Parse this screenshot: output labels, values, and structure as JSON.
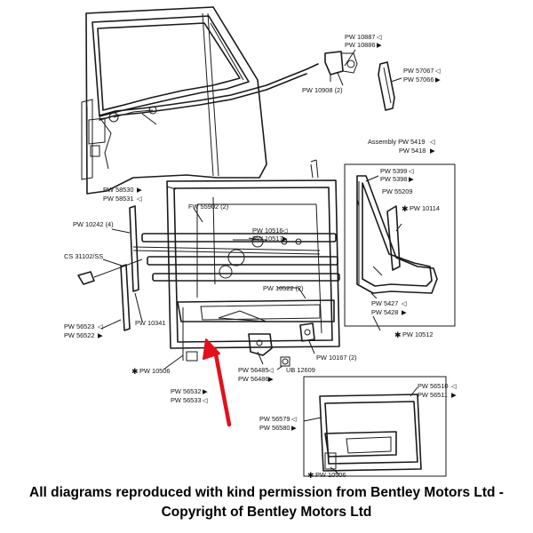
{
  "labels": {
    "pw10887": "PW 10887",
    "pw10886": "PW 10886",
    "pw10908": "PW 10908 (2)",
    "pw57067": "PW 57067",
    "pw57066": "PW 57066",
    "assembly5419": "Assembly PW 5419",
    "pw5418": "PW 5418",
    "pw5399": "PW 5399",
    "pw5398": "PW 5398",
    "pw55209": "PW 55209",
    "pw10114": "PW 10114",
    "pw58530": "PW 58530",
    "pw58531": "PW 58531",
    "fw55902": "FW 55902 (2)",
    "pw10242": "PW 10242 (4)",
    "pw10516": "PW 10516",
    "pw10517": "PW 10517",
    "cs31102": "CS 31102/SS",
    "pw10522": "PW 10522 (2)",
    "pw5427": "PW 5427",
    "pw5428": "PW 5428",
    "pw56523": "PW 56523",
    "pw56522": "PW 56522",
    "pw10341": "PW 10341",
    "pw10512": "PW 10512",
    "pw10506a": "PW 10506",
    "pw56485": "PW 56485",
    "pw56486": "PW 56486",
    "ub12609": "UB 12609",
    "pw10167": "PW 10167 (2)",
    "pw56532": "PW 56532",
    "pw56533": "PW 56533",
    "pw56510": "PW 56510",
    "pw56511": "PW 56511",
    "pw56579": "PW 56579",
    "pw56580": "PW 56580",
    "pw10506b": "PW 10506"
  },
  "markers": {
    "left_side": "◁",
    "right_side": "▶",
    "repeated_part": "✱"
  },
  "colors": {
    "line": "#1a1a1a",
    "arrow": "#e3101c"
  },
  "caption": {
    "line1": "All diagrams reproduced with kind permission from Bentley Motors Ltd -",
    "line2": "Copyright of Bentley Motors Ltd"
  }
}
